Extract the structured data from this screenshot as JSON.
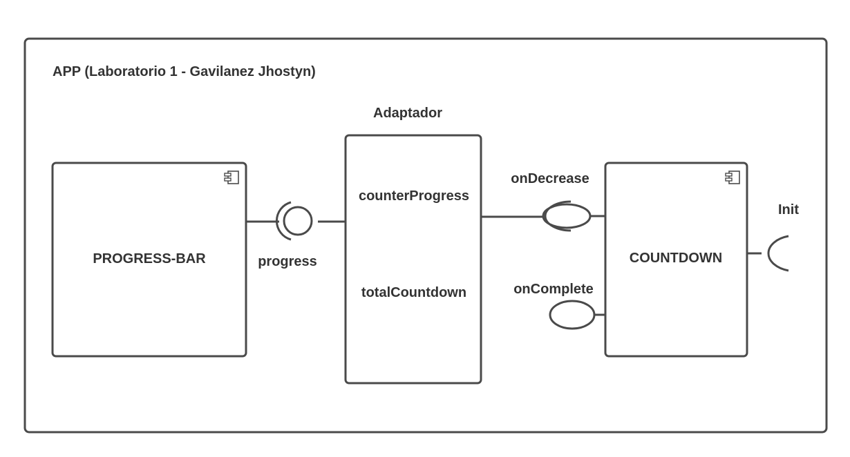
{
  "app": {
    "title": "APP (Laboratorio 1 - Gavilanez Jhostyn)"
  },
  "components": {
    "progress_bar": {
      "label": "PROGRESS-BAR",
      "icon": "component-icon"
    },
    "adaptador": {
      "label": "Adaptador",
      "items": [
        "counterProgress",
        "totalCountdown"
      ]
    },
    "countdown": {
      "label": "COUNTDOWN",
      "icon": "component-icon"
    }
  },
  "interfaces": {
    "progress": "progress",
    "on_decrease": "onDecrease",
    "on_complete": "onComplete",
    "init": "Init"
  },
  "colors": {
    "stroke": "#4a4a4a",
    "text": "#333333",
    "background": "#ffffff"
  }
}
